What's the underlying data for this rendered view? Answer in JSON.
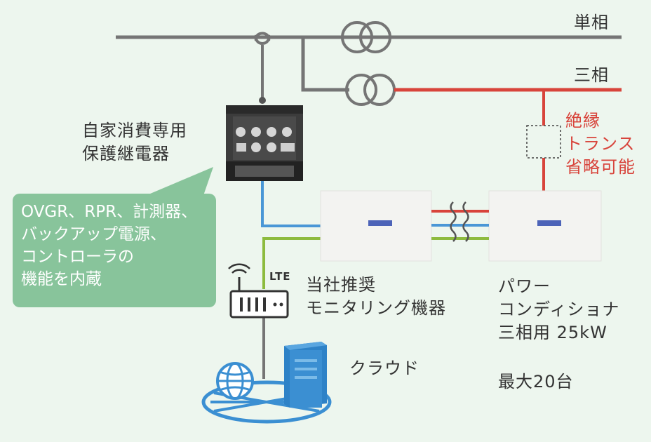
{
  "lines": {
    "single_phase": "単相",
    "three_phase": "三相"
  },
  "relay": {
    "label_lines": [
      "自家消費専用",
      "保護継電器"
    ]
  },
  "callout": {
    "lines": [
      "OVGR、RPR、計測器、",
      "バックアップ電源、",
      "コントローラの",
      "機能を内蔵"
    ]
  },
  "transformer_note": {
    "lines": [
      "絶縁",
      "トランス",
      "省略可能"
    ]
  },
  "monitor": {
    "lte_label": "LTE",
    "label_lines": [
      "当社推奨",
      "モニタリング機器"
    ]
  },
  "cloud": {
    "label": "クラウド"
  },
  "inverter": {
    "label_lines": [
      "パワー",
      "コンディショナ",
      "三相用 25kW"
    ],
    "max_units": "最大20台"
  },
  "colors": {
    "background": "#edf6ee",
    "gray_line": "#757575",
    "red_line": "#d8443b",
    "blue_line": "#4a97d6",
    "green_line": "#8dbb3e",
    "callout": "#88c49b",
    "cloud_blue": "#3b8fd2"
  }
}
